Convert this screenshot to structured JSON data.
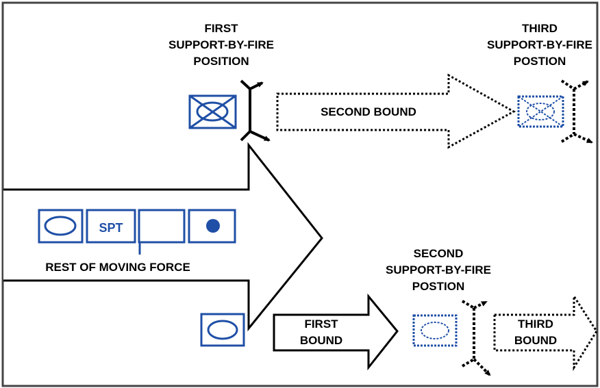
{
  "labels": {
    "first_sbf": [
      "FIRST",
      "SUPPORT-BY-FIRE",
      "POSITION"
    ],
    "third_sbf": [
      "THIRD",
      "SUPPORT-BY-FIRE",
      "POSTION"
    ],
    "second_sbf": [
      "SECOND",
      "SUPPORT-BY-FIRE",
      "POSTION"
    ],
    "second_bound": "SECOND BOUND",
    "first_bound": [
      "FIRST",
      "BOUND"
    ],
    "third_bound": [
      "THIRD",
      "BOUND"
    ],
    "rest_of_moving_force": "REST OF MOVING FORCE",
    "spt": "SPT"
  },
  "colors": {
    "symbol_blue": "#1f4fa6",
    "line": "#000000",
    "frame": "#444444"
  },
  "icons": {
    "armor_unit": "armor-symbol-icon",
    "mech_unit": "mechanized-symbol-icon",
    "hq_flag": "headquarters-flag-icon",
    "support_unit": "support-symbol-icon",
    "dot_unit": "dot-symbol-icon",
    "sbf_position": "support-by-fire-position-icon"
  }
}
